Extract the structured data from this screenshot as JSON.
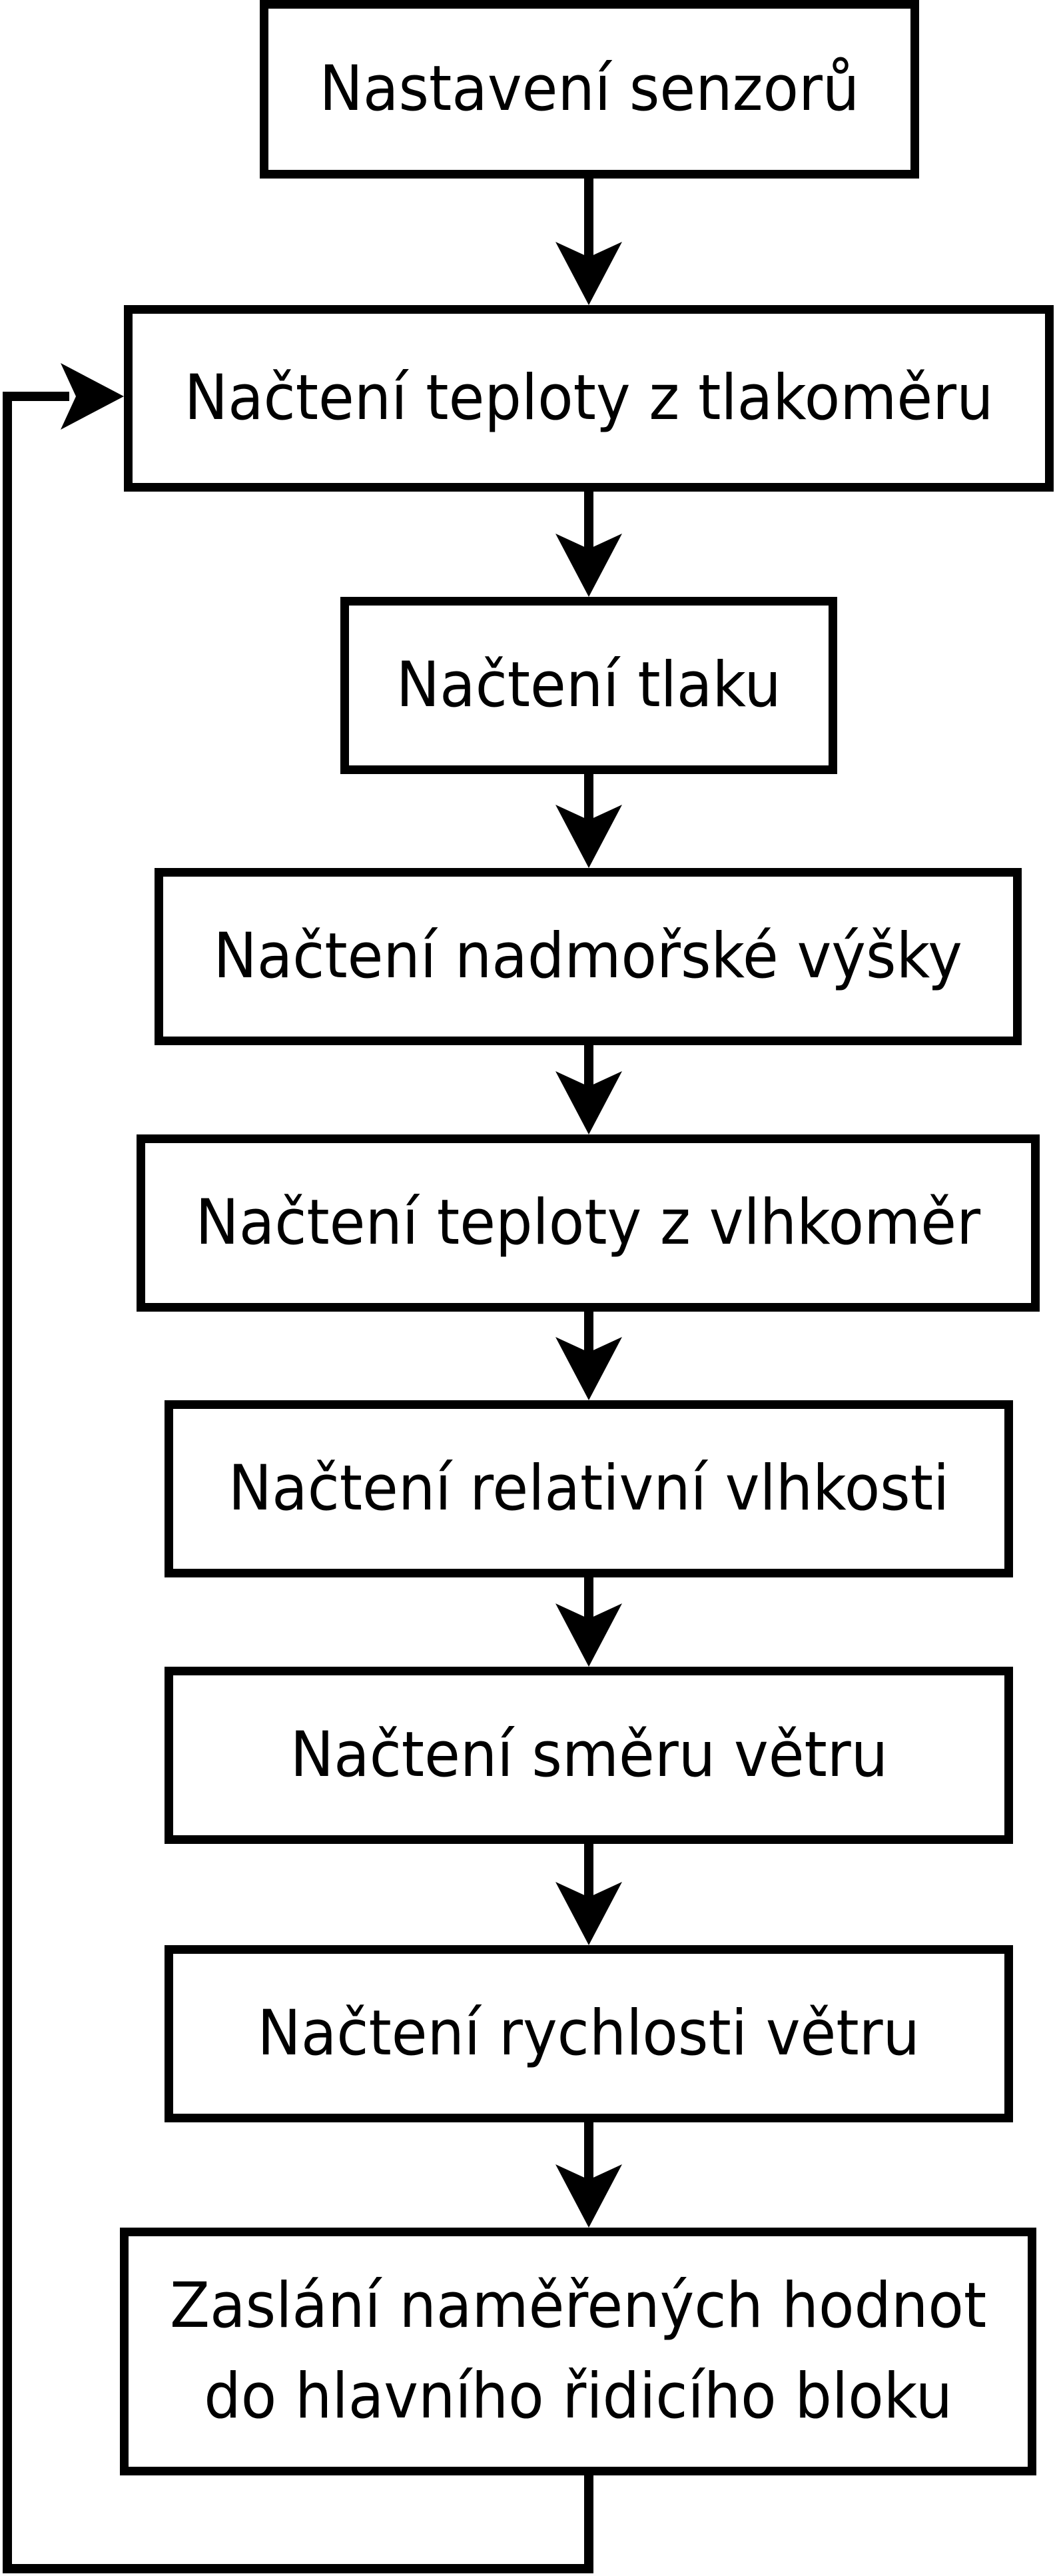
{
  "diagram": {
    "type": "flowchart",
    "background_color": "#ffffff",
    "stroke_color": "#000000",
    "nodes": [
      {
        "id": "nastaveni-senzoru",
        "label": "Nastavení senzorů"
      },
      {
        "id": "nacteni-teploty-z-tlakomeru",
        "label": "Načtení teploty z tlakoměru"
      },
      {
        "id": "nacteni-tlaku",
        "label": "Načtení tlaku"
      },
      {
        "id": "nacteni-nadmorske-vysky",
        "label": "Načtení nadmořské výšky"
      },
      {
        "id": "nacteni-teploty-z-vlhkomer",
        "label": "Načtení teploty z vlhkoměr"
      },
      {
        "id": "nacteni-relativni-vlhkosti",
        "label": "Načtení relativní vlhkosti"
      },
      {
        "id": "nacteni-smeru-vetru",
        "label": "Načtení směru větru"
      },
      {
        "id": "nacteni-rychlosti-vetru",
        "label": "Načtení rychlosti větru"
      },
      {
        "id": "zaslani-namerenych-hodnot",
        "label": "Zaslání naměřených hodnot\ndo hlavního řidicího bloku"
      }
    ],
    "edges": [
      {
        "from": "nastaveni-senzoru",
        "to": "nacteni-teploty-z-tlakomeru",
        "type": "arrow-down"
      },
      {
        "from": "nacteni-teploty-z-tlakomeru",
        "to": "nacteni-tlaku",
        "type": "arrow-down"
      },
      {
        "from": "nacteni-tlaku",
        "to": "nacteni-nadmorske-vysky",
        "type": "arrow-down"
      },
      {
        "from": "nacteni-nadmorske-vysky",
        "to": "nacteni-teploty-z-vlhkomer",
        "type": "arrow-down"
      },
      {
        "from": "nacteni-teploty-z-vlhkomer",
        "to": "nacteni-relativni-vlhkosti",
        "type": "arrow-down"
      },
      {
        "from": "nacteni-relativni-vlhkosti",
        "to": "nacteni-smeru-vetru",
        "type": "arrow-down"
      },
      {
        "from": "nacteni-smeru-vetru",
        "to": "nacteni-rychlosti-vetru",
        "type": "arrow-down"
      },
      {
        "from": "nacteni-rychlosti-vetru",
        "to": "zaslani-namerenych-hodnot",
        "type": "arrow-down"
      },
      {
        "from": "zaslani-namerenych-hodnot",
        "to": "nacteni-teploty-z-tlakomeru",
        "type": "loop-back-left"
      }
    ]
  }
}
